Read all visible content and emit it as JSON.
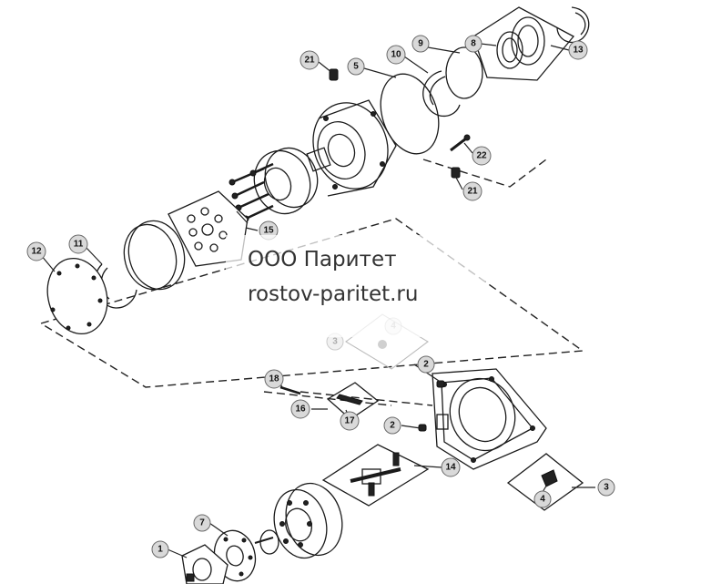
{
  "watermark": {
    "line1": "ООО Паритет",
    "line2": "rostov-paritet.ru"
  },
  "callouts": [
    {
      "id": "c1",
      "label": "1"
    },
    {
      "id": "c2a",
      "label": "2"
    },
    {
      "id": "c2b",
      "label": "2"
    },
    {
      "id": "c3a",
      "label": "3"
    },
    {
      "id": "c3b",
      "label": "3"
    },
    {
      "id": "c4a",
      "label": "4"
    },
    {
      "id": "c4b",
      "label": "4"
    },
    {
      "id": "c5",
      "label": "5"
    },
    {
      "id": "c7",
      "label": "7"
    },
    {
      "id": "c8",
      "label": "8"
    },
    {
      "id": "c9",
      "label": "9"
    },
    {
      "id": "c10",
      "label": "10"
    },
    {
      "id": "c11",
      "label": "11"
    },
    {
      "id": "c12",
      "label": "12"
    },
    {
      "id": "c13",
      "label": "13"
    },
    {
      "id": "c14",
      "label": "14"
    },
    {
      "id": "c15",
      "label": "15"
    },
    {
      "id": "c16",
      "label": "16"
    },
    {
      "id": "c17",
      "label": "17"
    },
    {
      "id": "c18",
      "label": "18"
    },
    {
      "id": "c21a",
      "label": "21"
    },
    {
      "id": "c21b",
      "label": "21"
    },
    {
      "id": "c22",
      "label": "22"
    }
  ]
}
